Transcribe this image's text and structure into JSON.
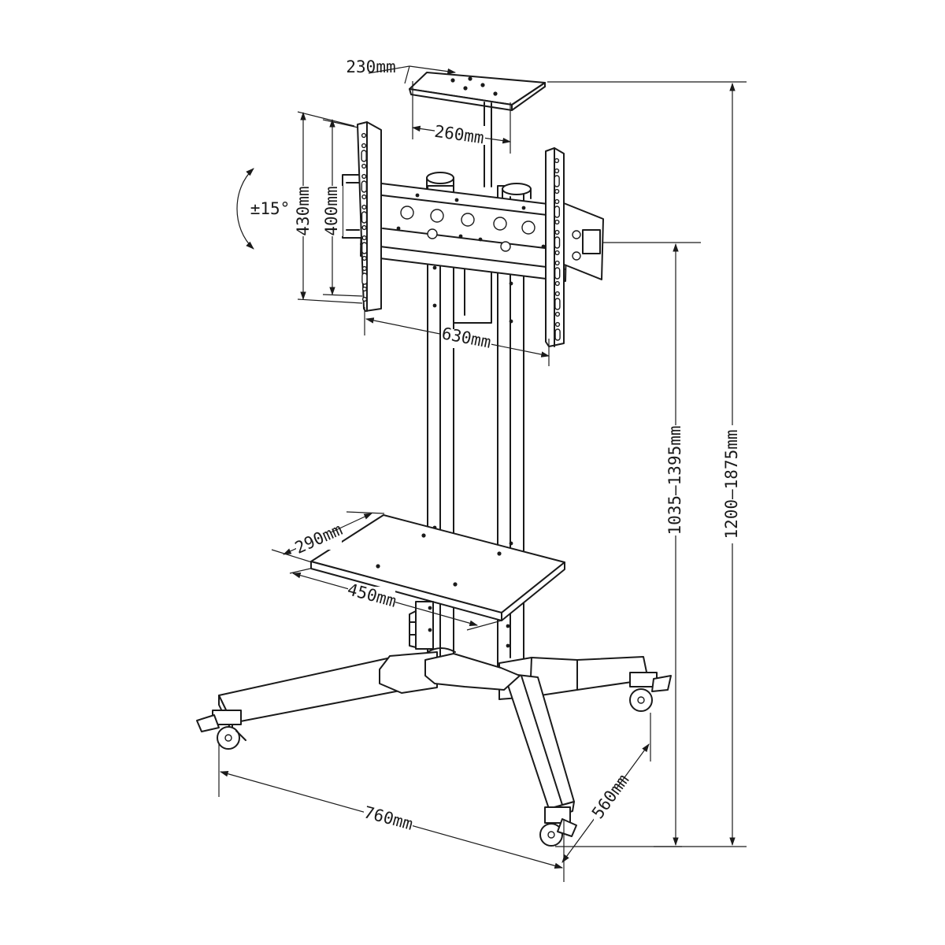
{
  "dimensions": {
    "top_tray_depth": "230mm",
    "top_tray_width": "260mm",
    "bracket_height_outer": "430mm",
    "bracket_height_inner": "400mm",
    "tilt": "±15°",
    "bracket_width": "630mm",
    "shelf_depth": "290mm",
    "shelf_width": "450mm",
    "base_width": "760mm",
    "base_depth": "560mm",
    "bracket_center_height": "1035–1395mm",
    "overall_height": "1200–1875mm"
  }
}
